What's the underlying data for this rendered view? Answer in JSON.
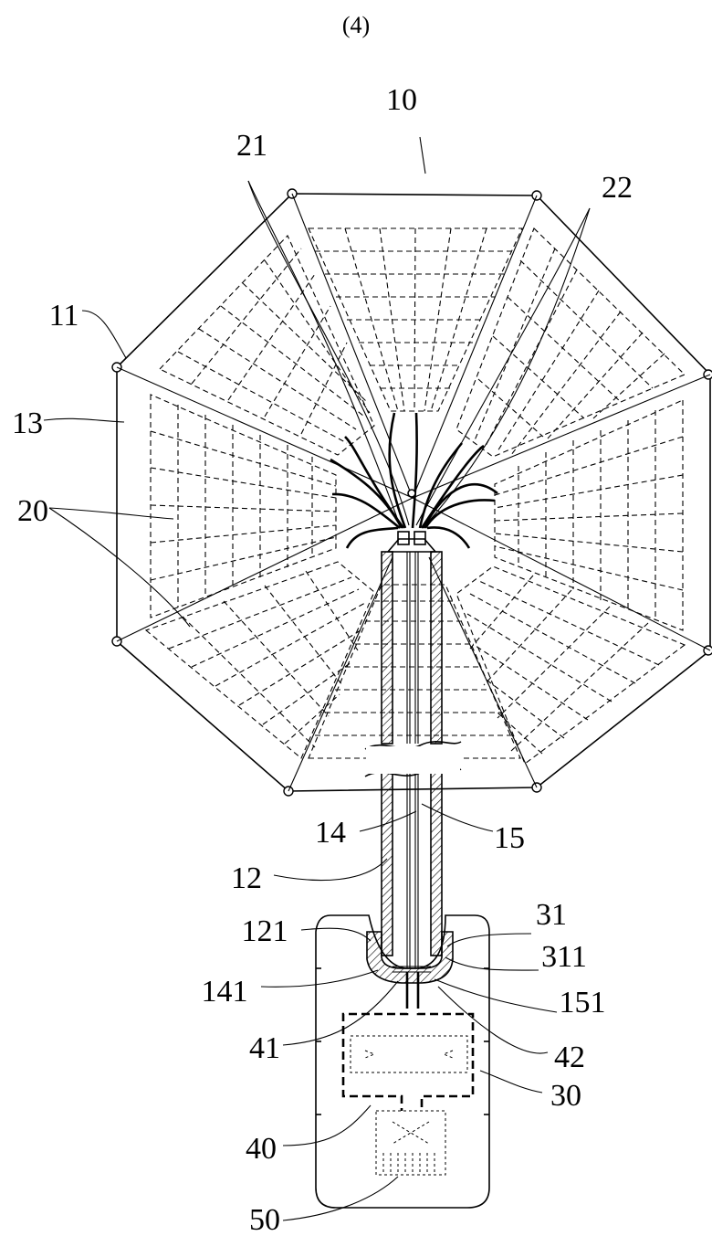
{
  "figure": {
    "page_number": "(4)",
    "labels": {
      "umbrella": "10",
      "rib": "11",
      "shaft": "12",
      "canopy_panel": "13",
      "wire_a": "14",
      "wire_b": "15",
      "solar_cells": "20",
      "lead_a": "21",
      "lead_b": "22",
      "handle": "30",
      "coupler": "31",
      "coupler_inner": "311",
      "shaft_end": "121",
      "wire_a_end": "141",
      "wire_b_end": "151",
      "module": "40",
      "contact_a": "41",
      "contact_b": "42",
      "port": "50"
    }
  }
}
